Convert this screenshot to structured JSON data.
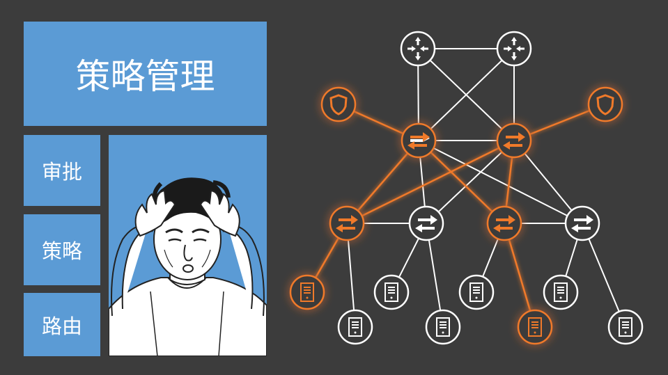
{
  "title_tile": {
    "label": "策略管理",
    "color": "#5b9bd5"
  },
  "menu_tiles": [
    {
      "label": "审批"
    },
    {
      "label": "策略"
    },
    {
      "label": "路由"
    }
  ],
  "meme_image": {
    "icon": "stressed-man-meme"
  },
  "network": {
    "background": "#3c3c3c",
    "highlight_color": "#f07a2a",
    "node_fill": "#3a3a3a",
    "nodes": {
      "routers": [
        "router-1",
        "router-2"
      ],
      "firewalls": [
        "firewall-left",
        "firewall-right"
      ],
      "core_switches": [
        "core-switch-1",
        "core-switch-2"
      ],
      "access_switches": [
        "access-switch-1",
        "access-switch-2",
        "access-switch-3",
        "access-switch-4"
      ],
      "servers": [
        "server-1",
        "server-2",
        "server-3",
        "server-4",
        "server-5",
        "server-6",
        "server-7",
        "server-8"
      ]
    },
    "highlighted_nodes": [
      "firewall-left",
      "firewall-right",
      "core-switch-1",
      "core-switch-2",
      "access-switch-1",
      "access-switch-3",
      "server-1",
      "server-7"
    ]
  }
}
